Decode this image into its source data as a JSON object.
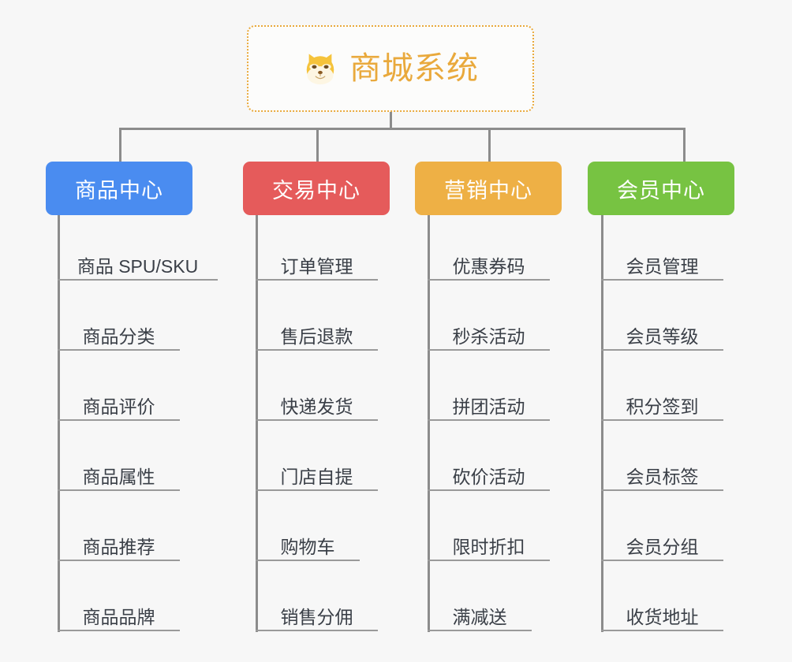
{
  "diagram": {
    "title": "商城系统",
    "root": {
      "label": "商城系统",
      "icon": "shiba-dog-icon",
      "border_color": "#e9a93c",
      "text_color": "#e9a93c",
      "background": "#fcfcfb"
    },
    "connector_color": "#8c8c8c",
    "page_background": "#f7f7f7",
    "columns": [
      {
        "label": "商品中心",
        "color": "#4a8cf0",
        "items": [
          "商品 SPU/SKU",
          "商品分类",
          "商品评价",
          "商品属性",
          "商品推荐",
          "商品品牌"
        ]
      },
      {
        "label": "交易中心",
        "color": "#e55b5b",
        "items": [
          "订单管理",
          "售后退款",
          "快递发货",
          "门店自提",
          "购物车",
          "销售分佣"
        ]
      },
      {
        "label": "营销中心",
        "color": "#eeb045",
        "items": [
          "优惠券码",
          "秒杀活动",
          "拼团活动",
          "砍价活动",
          "限时折扣",
          "满减送"
        ]
      },
      {
        "label": "会员中心",
        "color": "#77c342",
        "items": [
          "会员管理",
          "会员等级",
          "积分签到",
          "会员标签",
          "会员分组",
          "收货地址"
        ]
      }
    ]
  }
}
